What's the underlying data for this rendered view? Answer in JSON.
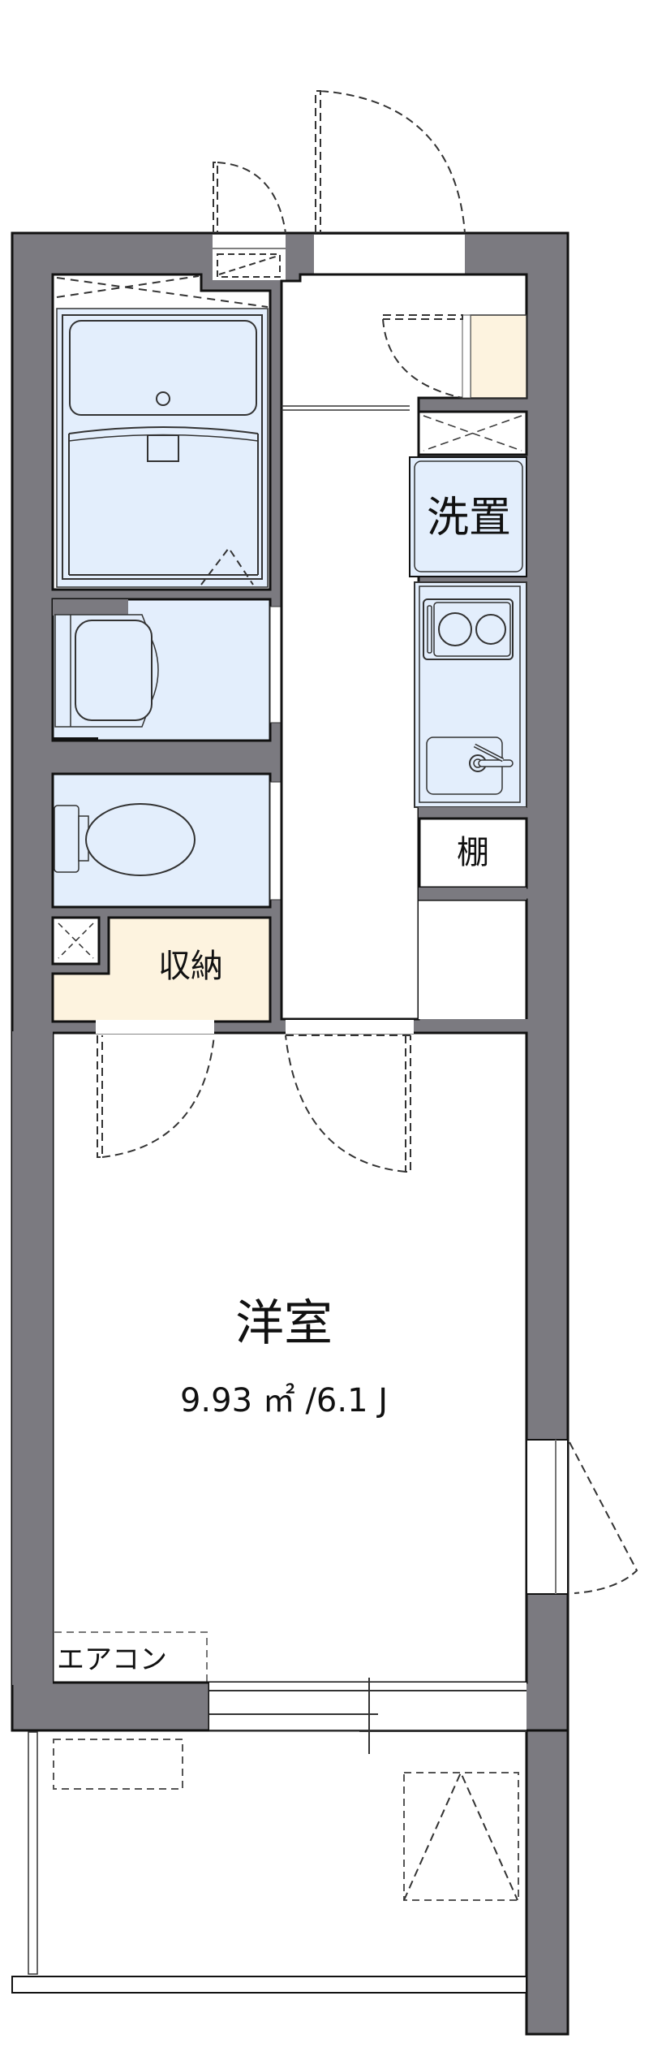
{
  "floorplan": {
    "colors": {
      "wall": "#7b7a80",
      "wall_outline": "#111111",
      "wet_area_fill": "#e3eefc",
      "storage_fill": "#fdf3df",
      "floor": "#ffffff"
    },
    "rooms": {
      "western_room": {
        "name": "洋室",
        "area": "9.93 ㎡ /6.1 J"
      },
      "storage": {
        "name": "収納"
      },
      "washer_space": {
        "name": "洗置"
      },
      "shelf": {
        "name": "棚"
      },
      "air_conditioner": {
        "name": "エアコン"
      }
    },
    "fixtures": [
      "bathtub",
      "washbasin",
      "toilet",
      "kitchen-stove",
      "kitchen-sink",
      "shoe-cabinet",
      "outdoor-ac-unit",
      "balcony-hatch"
    ]
  }
}
